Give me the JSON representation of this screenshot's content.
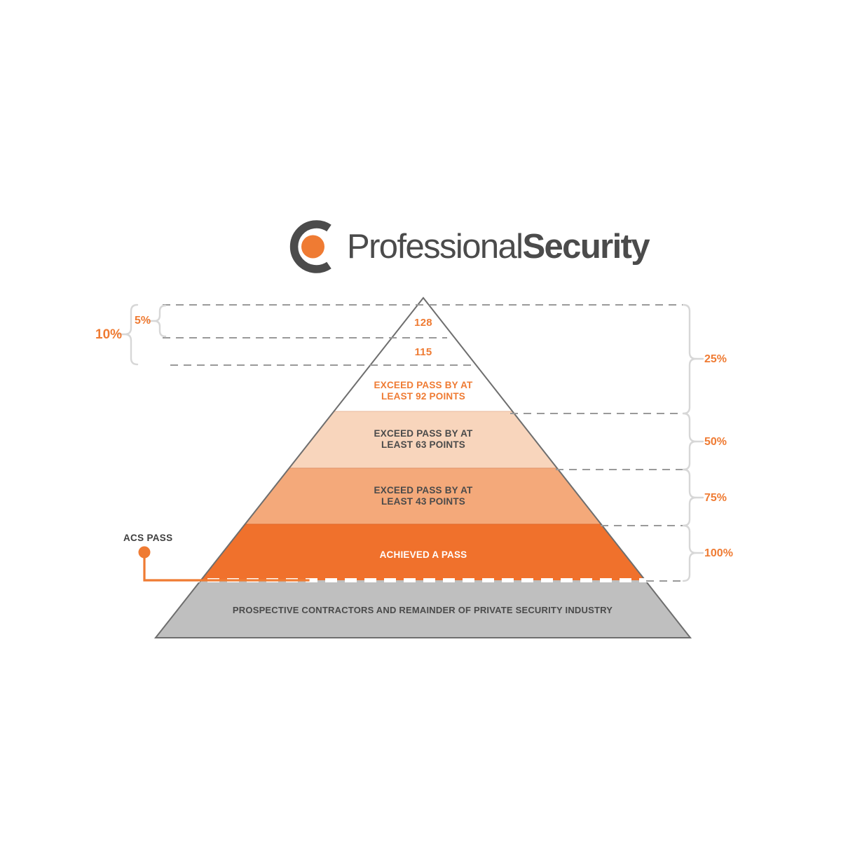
{
  "logo": {
    "name_light": "Professional",
    "name_bold": "Security",
    "mark": "c-ring-with-dot",
    "ring_color": "#4b4b4b",
    "dot_color": "#ef7b33"
  },
  "colors": {
    "orange": "#ef7b33",
    "band_solid_orange": "#f0712c",
    "band_mid_peach": "#f4a97a",
    "band_light_peach": "#f8d5bc",
    "band_white": "#ffffff",
    "base_grey": "#bfbfbf",
    "outline_grey": "#6e6e6e",
    "dash_grey": "#9a9a9a",
    "text_dark": "#4a4a4a"
  },
  "chart_data": {
    "type": "pyramid",
    "title": "ACS pass score pyramid",
    "orientation": "bottom-up-cumulative",
    "bands": [
      {
        "index": 0,
        "label": "128",
        "label_kind": "score",
        "fill": "#ffffff",
        "text_color": "#ef7b33",
        "top_frac": 0.0,
        "bottom_frac": 0.118
      },
      {
        "index": 1,
        "label": "115",
        "label_kind": "score",
        "fill": "#ffffff",
        "text_color": "#ef7b33",
        "top_frac": 0.118,
        "bottom_frac": 0.198
      },
      {
        "index": 2,
        "label": "EXCEED PASS BY AT\nLEAST 92 POINTS",
        "label_kind": "tier",
        "fill": "#ffffff",
        "text_color": "#ef7b33",
        "top_frac": 0.198,
        "bottom_frac": 0.335
      },
      {
        "index": 3,
        "label": "EXCEED PASS BY AT\nLEAST 63 POINTS",
        "label_kind": "tier",
        "fill": "#f8d5bc",
        "text_color": "#4a4a4a",
        "top_frac": 0.335,
        "bottom_frac": 0.501
      },
      {
        "index": 4,
        "label": "EXCEED PASS BY AT\nLEAST 43 POINTS",
        "label_kind": "tier",
        "fill": "#f4a97a",
        "text_color": "#4a4a4a",
        "top_frac": 0.501,
        "bottom_frac": 0.666
      },
      {
        "index": 5,
        "label": "ACHIEVED A PASS",
        "label_kind": "tier",
        "fill": "#f0712c",
        "text_color": "#ffffff",
        "top_frac": 0.666,
        "bottom_frac": 0.831
      },
      {
        "index": 6,
        "label": "PROSPECTIVE CONTRACTORS AND REMAINDER OF PRIVATE SECURITY INDUSTRY",
        "label_kind": "base",
        "fill": "#bfbfbf",
        "text_color": "#4a4a4a",
        "top_frac": 0.831,
        "bottom_frac": 1.0
      }
    ],
    "left_brackets": [
      {
        "label": "5%",
        "spans_bands": [
          0,
          1
        ]
      },
      {
        "label": "10%",
        "spans_bands": [
          0,
          1,
          2
        ]
      }
    ],
    "right_brackets": [
      {
        "label": "25%",
        "spans_bands": [
          0,
          1,
          2
        ]
      },
      {
        "label": "50%",
        "spans_bands": [
          3
        ]
      },
      {
        "label": "75%",
        "spans_bands": [
          4
        ]
      },
      {
        "label": "100%",
        "spans_bands": [
          5
        ]
      }
    ],
    "callout": {
      "label": "ACS PASS",
      "points_to": "boundary between ACHIEVED A PASS band and grey base"
    }
  },
  "pyramid": {
    "bands": [
      {
        "text": "128"
      },
      {
        "text": "115"
      },
      {
        "text": "EXCEED PASS BY AT\nLEAST 92 POINTS"
      },
      {
        "text": "EXCEED PASS BY AT\nLEAST 63 POINTS"
      },
      {
        "text": "EXCEED PASS BY AT\nLEAST 43 POINTS"
      },
      {
        "text": "ACHIEVED A PASS"
      },
      {
        "text": "PROSPECTIVE CONTRACTORS AND REMAINDER OF PRIVATE SECURITY INDUSTRY"
      }
    ]
  },
  "left_axis": {
    "pct_10": "10%",
    "pct_5": "5%"
  },
  "right_axis": {
    "pct_25": "25%",
    "pct_50": "50%",
    "pct_75": "75%",
    "pct_100": "100%"
  },
  "callout": {
    "acs_pass": "ACS PASS"
  }
}
